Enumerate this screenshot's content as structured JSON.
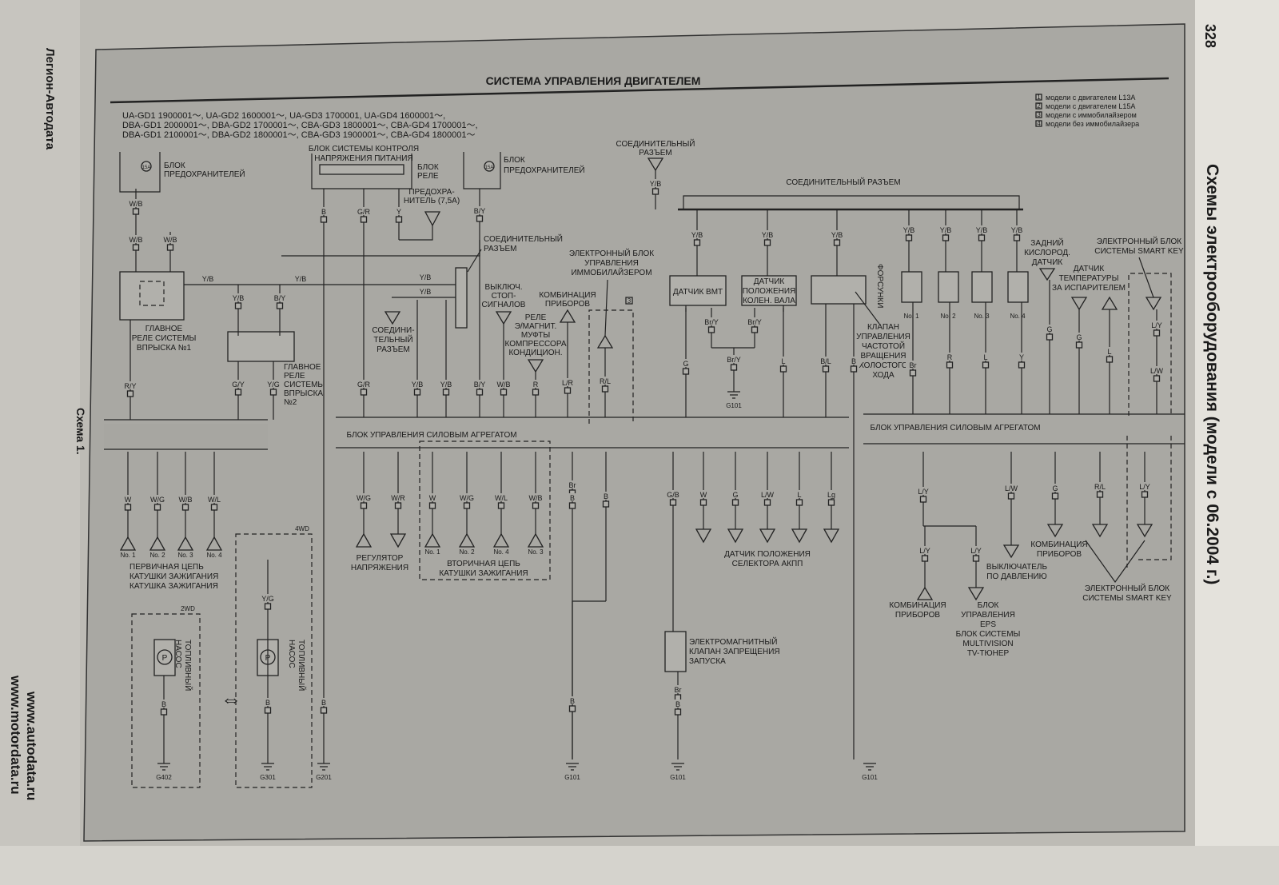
{
  "page_number": "328",
  "section_title": "Схемы электрооборудования (модели с 06.2004 г.)",
  "publisher": "Легион-Автодата",
  "scheme_label": "Схема 1.",
  "urls": [
    "www.autodata.ru",
    "www.motordata.ru"
  ],
  "diagram": {
    "title": "СИСТЕМА УПРАВЛЕНИЯ ДВИГАТЕЛЕМ",
    "models": [
      "UA-GD1    1900001～, UA-GD2    1600001～, UA-GD3    1700001, UA-GD4    1600001～,",
      "DBA-GD1    2000001～, DBA-GD2    1700001～, CBA-GD3    1800001～, CBA-GD4    1700001～,",
      "DBA-GD1    2100001～, DBA-GD2    1800001～, CBA-GD3    1900001～, CBA-GD4    1800001～"
    ],
    "legend": [
      {
        "num": "1",
        "text": "модели с двигателем L13A"
      },
      {
        "num": "2",
        "text": "модели с двигателем L15A"
      },
      {
        "num": "3",
        "text": "модели с иммобилайзером"
      },
      {
        "num": "4",
        "text": "модели без иммобилайзера"
      }
    ],
    "components": {
      "fuse_block_left": [
        "БЛОК",
        "ПРЕДОХРАНИТЕЛЕЙ"
      ],
      "fuse_15a": "15A",
      "voltage_block": [
        "БЛОК СИСТЕМЫ КОНТРОЛЯ",
        "НАПРЯЖЕНИЯ ПИТАНИЯ"
      ],
      "relay_block": [
        "БЛОК",
        "РЕЛЕ"
      ],
      "fuse_75": [
        "ПРЕДОХРА-",
        "НИТЕЛЬ (7,5A)"
      ],
      "fuse_block_right": [
        "БЛОК",
        "ПРЕДОХРАНИТЕЛЕЙ"
      ],
      "connector_top": [
        "СОЕДИНИТЕЛЬНЫЙ",
        "РАЗЪЕМ"
      ],
      "connector_bus": "СОЕДИНИТЕЛЬНЫЙ РАЗЪЕМ",
      "connector_mid": [
        "СОЕДИНИТЕЛЬНЫЙ",
        "РАЗЪЕМ"
      ],
      "connector_small": [
        "СОЕДИНИ-",
        "ТЕЛЬНЫЙ",
        "РАЗЪЕМ"
      ],
      "main_relay_1": [
        "ГЛАВНОЕ",
        "РЕЛЕ СИСТЕМЫ",
        "ВПРЫСКА №1"
      ],
      "main_relay_2": [
        "ГЛАВНОЕ",
        "РЕЛЕ",
        "СИСТЕМЫ",
        "ВПРЫСКА",
        "№2"
      ],
      "brake_switch": [
        "ВЫКЛЮЧ.",
        "СТОП-",
        "СИГНАЛОВ"
      ],
      "ac_relay": [
        "РЕЛЕ",
        "Э/МАГНИТ.",
        "МУФТЫ",
        "КОМПРЕССОРА",
        "КОНДИЦИОН."
      ],
      "instrument_cluster_top": [
        "КОМБИНАЦИЯ",
        "ПРИБОРОВ"
      ],
      "immobilizer": [
        "ЭЛЕКТРОННЫЙ БЛОК",
        "УПРАВЛЕНИЯ",
        "ИММОБИЛАЙЗЕРОМ"
      ],
      "tdc_sensor": "ДАТЧИК ВМТ",
      "crank_sensor": [
        "ДАТЧИК",
        "ПОЛОЖЕНИЯ",
        "КОЛЕН. ВАЛА"
      ],
      "injectors": "ФОРСУНКИ",
      "idle_valve": [
        "КЛАПАН",
        "УПРАВЛЕНИЯ",
        "ЧАСТОТОЙ",
        "ВРАЩЕНИЯ",
        "ХОЛОСТОГО",
        "ХОДА"
      ],
      "injector_nums": [
        "No. 1",
        "No. 2",
        "No. 3",
        "No. 4"
      ],
      "o2_sensor": [
        "ЗАДНИЙ",
        "КИСЛОРОД.",
        "ДАТЧИК"
      ],
      "evap_temp": [
        "ДАТЧИК",
        "ТЕМПЕРАТУРЫ",
        "ЗА ИСПАРИТЕЛЕМ"
      ],
      "smart_key_top": [
        "ЭЛЕКТРОННЫЙ БЛОК",
        "СИСТЕМЫ SMART KEY"
      ],
      "ecu": "БЛОК УПРАВЛЕНИЯ СИЛОВЫМ АГРЕГАТОМ",
      "coil_nums": [
        "No. 1",
        "No. 2",
        "No. 3",
        "No. 4"
      ],
      "coil_primary": [
        "ПЕРВИЧНАЯ ЦЕПЬ",
        "КАТУШКИ ЗАЖИГАНИЯ"
      ],
      "coil": "КАТУШКА ЗАЖИГАНИЯ",
      "voltage_regulator": [
        "РЕГУЛЯТОР",
        "НАПРЯЖЕНИЯ"
      ],
      "coil_secondary": [
        "ВТОРИЧНАЯ ЦЕПЬ",
        "КАТУШКИ ЗАЖИГАНИЯ"
      ],
      "coil_secondary_nums": [
        "No. 1",
        "No. 2",
        "No. 4",
        "No. 3"
      ],
      "at_selector": [
        "ДАТЧИК ПОЛОЖЕНИЯ",
        "СЕЛЕКТОРА АКПП"
      ],
      "start_solenoid": [
        "ЭЛЕКТРОМАГНИТНЫЙ",
        "КЛАПАН ЗАПРЕЩЕНИЯ",
        "ЗАПУСКА"
      ],
      "fuel_pump": [
        "ТОПЛИВНЫЙ",
        "НАСОС"
      ],
      "pump_symbol": "P",
      "drive_2wd": "2WD",
      "drive_4wd": "4WD",
      "cluster_bottom": [
        "КОМБИНАЦИЯ",
        "ПРИБОРОВ"
      ],
      "eps": [
        "БЛОК",
        "УПРАВЛЕНИЯ",
        "EPS",
        "БЛОК СИСТЕМЫ",
        "MULTIVISION",
        "TV-ТЮНЕР"
      ],
      "pressure_switch": [
        "ВЫКЛЮЧАТЕЛЬ",
        "ПО ДАВЛЕНИЮ"
      ],
      "cluster_right": [
        "КОМБИНАЦИЯ",
        "ПРИБОРОВ"
      ],
      "smart_key_bottom": [
        "ЭЛЕКТРОННЫЙ БЛОК",
        "СИСТЕМЫ SMART KEY"
      ],
      "grounds": [
        "G402",
        "G301",
        "G201",
        "G101",
        "G101",
        "G101",
        "G101"
      ]
    },
    "wires": [
      "W",
      "W/G",
      "W/B",
      "W/L",
      "W/G",
      "W/R",
      "W",
      "W/G",
      "W/L",
      "W/B",
      "Br",
      "B",
      "B",
      "G/B",
      "W",
      "G",
      "L/W",
      "L",
      "Lg",
      "L/Y",
      "L/W",
      "G",
      "R/L",
      "L/Y",
      "L/Y",
      "L/Y",
      "B",
      "Y/G",
      "B",
      "B",
      "B",
      "B",
      "Br",
      "B",
      "R/Y",
      "G/Y",
      "Y/G",
      "G/R",
      "G/R",
      "Y",
      "Y/B",
      "Y/B",
      "B/Y",
      "B/Y",
      "W/B",
      "R",
      "L/R",
      "R/L",
      "G",
      "L",
      "B/L",
      "B",
      "Br",
      "R",
      "L",
      "Y",
      "G",
      "G",
      "L",
      "L/Y",
      "L/W",
      "W/B",
      "W/B",
      "W/B",
      "Y/B",
      "Y/B",
      "Y/B",
      "Y/B",
      "Y/B",
      "Y/B",
      "Y/B",
      "Y/B",
      "Y/B",
      "B/Y",
      "Br/Y",
      "Br/Y",
      "Br/Y"
    ],
    "wires_h": [
      "Y/B",
      "Y/B",
      "Y/B",
      "Y/B"
    ]
  }
}
